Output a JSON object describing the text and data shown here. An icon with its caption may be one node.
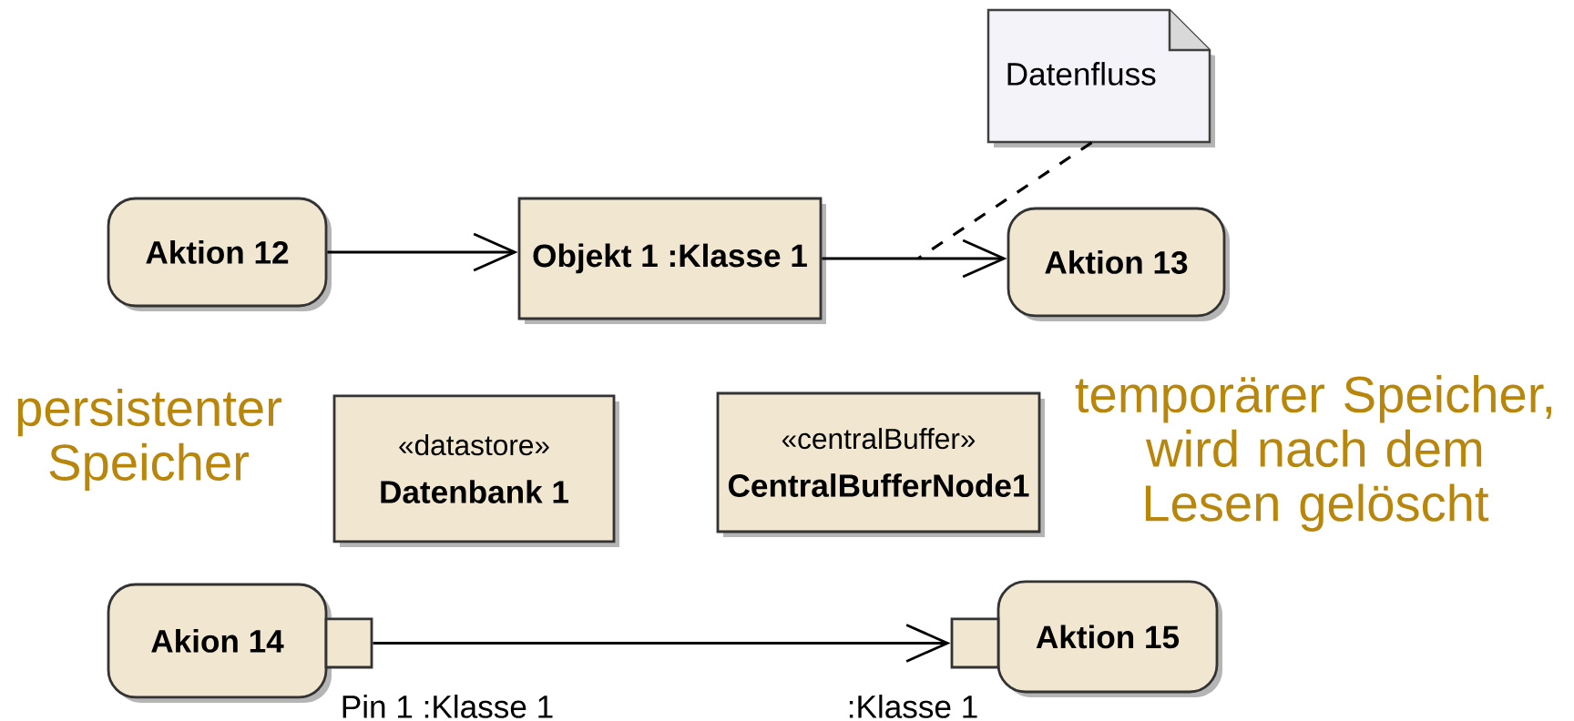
{
  "diagram": {
    "nodes": [
      {
        "text": [
          "Datenfluss"
        ]
      },
      {
        "text": [
          "Aktion 12"
        ]
      },
      {
        "text": [
          "Objekt 1 :Klasse 1"
        ]
      },
      {
        "text": [
          "Aktion 13"
        ]
      },
      {
        "text": [
          "«datastore»",
          "Datenbank 1"
        ]
      },
      {
        "text": [
          "«centralBuffer»",
          "CentralBufferNode1"
        ]
      },
      {
        "text": [
          "Akion 14"
        ]
      },
      {
        "text": [],
        "shape": "box",
        "beside": [
          "Pin 1 :Klasse 1"
        ]
      },
      {
        "text": [
          "Aktion 15"
        ]
      },
      {
        "text": [],
        "shape": "box",
        "beside": [
          ":Klasse 1"
        ]
      }
    ],
    "edges": [
      {
        "from": 1,
        "to": 2,
        "arrow": "to"
      },
      {
        "from": 2,
        "to": 3,
        "arrow": "to"
      },
      {
        "from": 0,
        "to": null,
        "arrow": "none",
        "style": "dashed"
      },
      {
        "from": 7,
        "to": 9,
        "arrow": "to"
      }
    ],
    "labels": [
      "persistenter Speicher",
      "temporärer Speicher, wird nach dem Lesen gelöscht"
    ]
  }
}
